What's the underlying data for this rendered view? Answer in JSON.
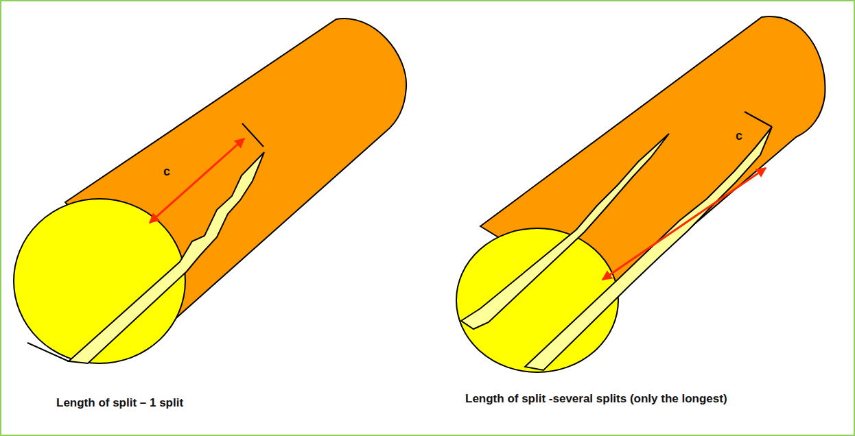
{
  "diagram": {
    "labels": [
      "c",
      "Length of split – 1 split",
      "c",
      "Length of split -several splits (only the longest)"
    ]
  }
}
